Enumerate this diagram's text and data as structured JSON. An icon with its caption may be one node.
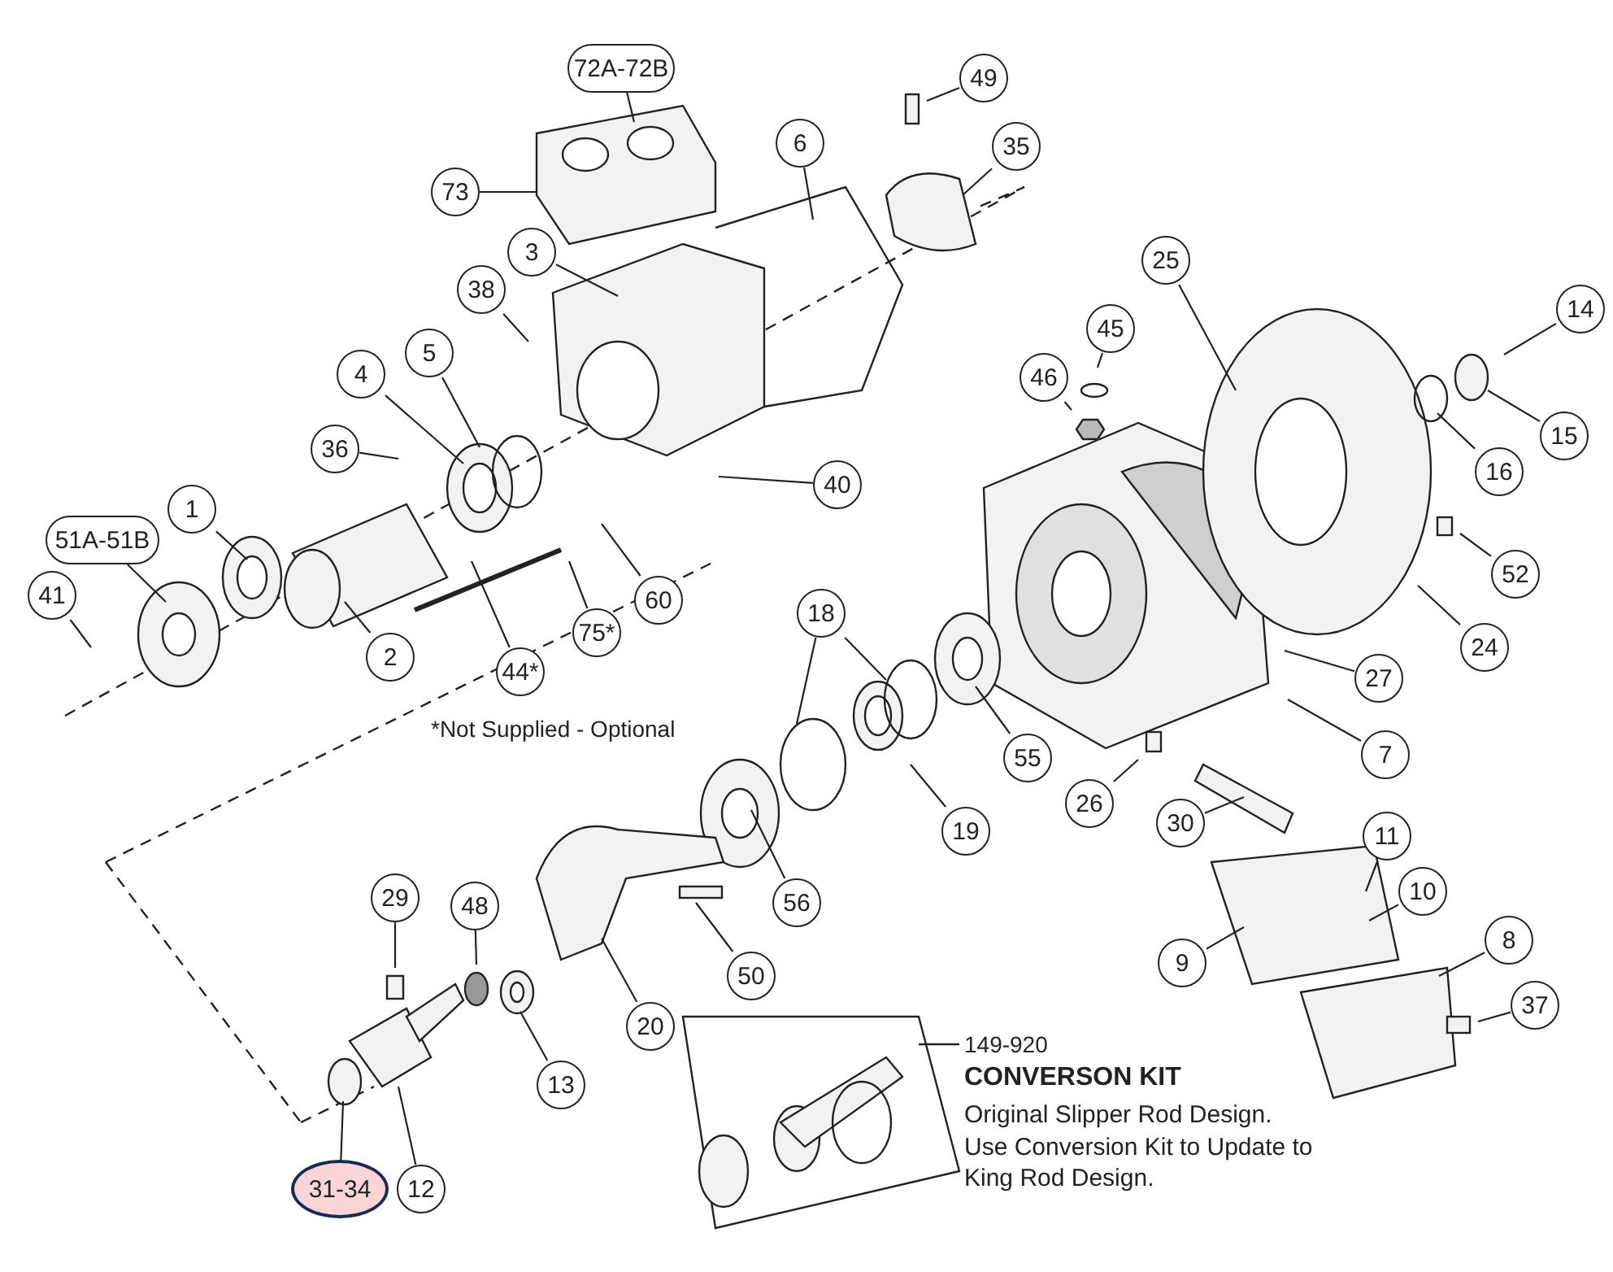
{
  "diagram": {
    "nodes": [
      {
        "text": [
          "72A-72B"
        ]
      },
      {
        "text": [
          "49"
        ]
      },
      {
        "text": [
          "6"
        ]
      },
      {
        "text": [
          "35"
        ]
      },
      {
        "text": [
          "73"
        ]
      },
      {
        "text": [
          "3"
        ]
      },
      {
        "text": [
          "25"
        ]
      },
      {
        "text": [
          "38"
        ]
      },
      {
        "text": [
          "14"
        ]
      },
      {
        "text": [
          "45"
        ]
      },
      {
        "text": [
          "5"
        ]
      },
      {
        "text": [
          "4"
        ]
      },
      {
        "text": [
          "46"
        ]
      },
      {
        "text": [
          "15"
        ]
      },
      {
        "text": [
          "36"
        ]
      },
      {
        "text": [
          "16"
        ]
      },
      {
        "text": [
          "40"
        ]
      },
      {
        "text": [
          "1"
        ]
      },
      {
        "text": [
          "51A-51B"
        ]
      },
      {
        "text": [
          "52"
        ]
      },
      {
        "text": [
          "41"
        ]
      },
      {
        "text": [
          "60"
        ]
      },
      {
        "text": [
          "18"
        ]
      },
      {
        "text": [
          "75*"
        ]
      },
      {
        "text": [
          "24"
        ]
      },
      {
        "text": [
          "2"
        ]
      },
      {
        "text": [
          "44*"
        ]
      },
      {
        "text": [
          "27"
        ]
      },
      {
        "text": [
          "7"
        ]
      },
      {
        "text": [
          "55"
        ]
      },
      {
        "text": [
          "26"
        ]
      },
      {
        "text": [
          "30"
        ]
      },
      {
        "text": [
          "19"
        ]
      },
      {
        "text": [
          "11"
        ]
      },
      {
        "text": [
          "10"
        ]
      },
      {
        "text": [
          "29"
        ]
      },
      {
        "text": [
          "56"
        ]
      },
      {
        "text": [
          "48"
        ]
      },
      {
        "text": [
          "9"
        ]
      },
      {
        "text": [
          "8"
        ]
      },
      {
        "text": [
          "50"
        ]
      },
      {
        "text": [
          "20"
        ]
      },
      {
        "text": [
          "37"
        ]
      },
      {
        "text": [
          "13"
        ]
      },
      {
        "text": [
          "31-34"
        ]
      },
      {
        "text": [
          "12"
        ]
      }
    ],
    "edges": [
      {
        "from": 0,
        "to": null,
        "arrow": "none"
      },
      {
        "from": 1,
        "to": null,
        "arrow": "none"
      },
      {
        "from": 2,
        "to": null,
        "arrow": "none"
      },
      {
        "from": 3,
        "to": null,
        "arrow": "none"
      },
      {
        "from": 4,
        "to": null,
        "arrow": "none"
      },
      {
        "from": 5,
        "to": null,
        "arrow": "none"
      },
      {
        "from": 6,
        "to": null,
        "arrow": "none"
      },
      {
        "from": 7,
        "to": null,
        "arrow": "none"
      },
      {
        "from": 8,
        "to": null,
        "arrow": "none"
      },
      {
        "from": 9,
        "to": null,
        "arrow": "none"
      },
      {
        "from": 10,
        "to": null,
        "arrow": "none"
      },
      {
        "from": 11,
        "to": null,
        "arrow": "none"
      },
      {
        "from": 12,
        "to": null,
        "arrow": "none"
      },
      {
        "from": 13,
        "to": null,
        "arrow": "none"
      },
      {
        "from": 14,
        "to": null,
        "arrow": "none"
      },
      {
        "from": 15,
        "to": null,
        "arrow": "none"
      },
      {
        "from": 16,
        "to": null,
        "arrow": "none"
      },
      {
        "from": 17,
        "to": null,
        "arrow": "none"
      },
      {
        "from": 18,
        "to": null,
        "arrow": "none"
      },
      {
        "from": 19,
        "to": null,
        "arrow": "none"
      },
      {
        "from": 20,
        "to": null,
        "arrow": "none"
      },
      {
        "from": 21,
        "to": null,
        "arrow": "none"
      },
      {
        "from": 22,
        "to": null,
        "arrow": "none"
      },
      {
        "from": 22,
        "to": null,
        "arrow": "none"
      },
      {
        "from": 23,
        "to": null,
        "arrow": "none"
      },
      {
        "from": 24,
        "to": null,
        "arrow": "none"
      },
      {
        "from": 25,
        "to": null,
        "arrow": "none"
      },
      {
        "from": 26,
        "to": null,
        "arrow": "none"
      },
      {
        "from": 27,
        "to": null,
        "arrow": "none"
      },
      {
        "from": 28,
        "to": null,
        "arrow": "none"
      },
      {
        "from": 29,
        "to": null,
        "arrow": "none"
      },
      {
        "from": 30,
        "to": null,
        "arrow": "none"
      },
      {
        "from": 31,
        "to": null,
        "arrow": "none"
      },
      {
        "from": 32,
        "to": null,
        "arrow": "none"
      },
      {
        "from": 33,
        "to": null,
        "arrow": "none"
      },
      {
        "from": 34,
        "to": null,
        "arrow": "none"
      },
      {
        "from": 35,
        "to": null,
        "arrow": "none"
      },
      {
        "from": 36,
        "to": null,
        "arrow": "none"
      },
      {
        "from": 37,
        "to": null,
        "arrow": "none"
      },
      {
        "from": 38,
        "to": null,
        "arrow": "none"
      },
      {
        "from": 39,
        "to": null,
        "arrow": "none"
      },
      {
        "from": 40,
        "to": null,
        "arrow": "none"
      },
      {
        "from": 41,
        "to": null,
        "arrow": "none"
      },
      {
        "from": 42,
        "to": null,
        "arrow": "none"
      },
      {
        "from": 43,
        "to": null,
        "arrow": "none"
      },
      {
        "from": 44,
        "to": null,
        "arrow": "none"
      },
      {
        "from": 45,
        "to": null,
        "arrow": "none"
      }
    ],
    "labels": [
      "*Not Supplied - Optional",
      "149-920",
      "CONVERSON KIT",
      "Original Slipper Rod Design. Use Conversion Kit to Update to King Rod Design."
    ]
  }
}
